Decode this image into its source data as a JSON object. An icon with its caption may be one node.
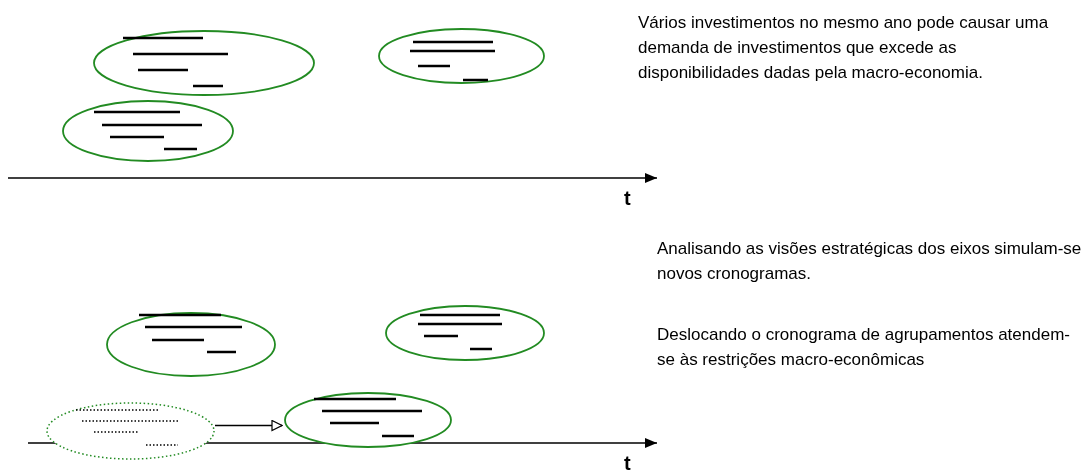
{
  "diagram": {
    "nodes": [
      {
        "text": [],
        "shape": "ellipse"
      },
      {
        "text": [],
        "shape": "ellipse"
      },
      {
        "text": [],
        "shape": "ellipse"
      },
      {
        "text": [],
        "shape": "ellipse"
      },
      {
        "text": [],
        "shape": "ellipse"
      },
      {
        "text": [],
        "shape": "ellipse"
      },
      {
        "text": [],
        "shape": "ellipse"
      }
    ],
    "edges": [
      {
        "from": 5,
        "to": 6,
        "arrow": "to"
      }
    ],
    "labels": [
      "Vários investimentos no mesmo ano pode causar uma demanda de investimentos que excede as disponibilidades dadas pela macro-economia.",
      "t",
      "Analisando as visões estratégicas dos eixos simulam-se novos cronogramas.",
      "Deslocando o cronograma de agrupamentos atendem-se às restrições macro-econômicas",
      "t"
    ]
  }
}
